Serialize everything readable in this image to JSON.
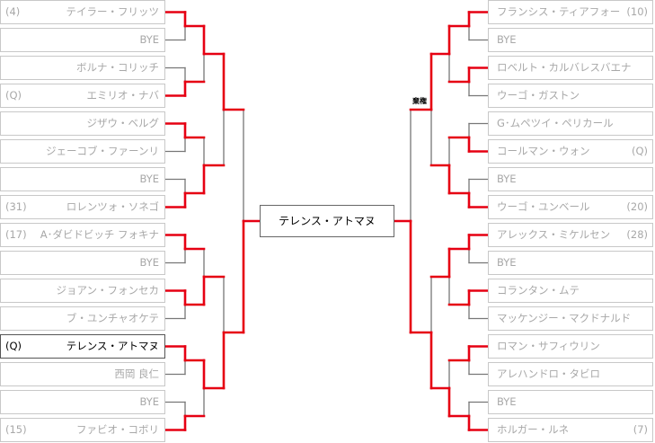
{
  "colors": {
    "win_line": "#e60012",
    "lose_line": "#777777",
    "box_border": "#c8c8c8",
    "text": "#a8a8a8"
  },
  "champion": "テレンス・アトマヌ",
  "retired_label": "棄権",
  "left": {
    "entries": [
      {
        "seed": "(4)",
        "name": "テイラー・フリッツ"
      },
      {
        "seed": "",
        "name": "BYE"
      },
      {
        "seed": "",
        "name": "ボルナ・コリッチ"
      },
      {
        "seed": "(Q)",
        "name": "エミリオ・ナバ"
      },
      {
        "seed": "",
        "name": "ジザウ・ベルグ"
      },
      {
        "seed": "",
        "name": "ジェーコブ・ファーンリ"
      },
      {
        "seed": "",
        "name": "BYE"
      },
      {
        "seed": "(31)",
        "name": "ロレンツォ・ソネゴ"
      },
      {
        "seed": "(17)",
        "name": "A･ダビドビッチ フォキナ"
      },
      {
        "seed": "",
        "name": "BYE"
      },
      {
        "seed": "",
        "name": "ジョアン・フォンセカ"
      },
      {
        "seed": "",
        "name": "ブ・ユンチャオケテ"
      },
      {
        "seed": "(Q)",
        "name": "テレンス・アトマヌ",
        "highlight": true
      },
      {
        "seed": "",
        "name": "西岡 良仁"
      },
      {
        "seed": "",
        "name": "BYE"
      },
      {
        "seed": "(15)",
        "name": "ファビオ・コボリ"
      }
    ],
    "winners": [
      [
        0,
        1,
        0,
        1,
        0,
        0,
        0,
        1
      ],
      [
        0,
        1,
        1,
        0
      ],
      [
        0,
        1
      ],
      [
        1
      ]
    ]
  },
  "right": {
    "entries": [
      {
        "seed": "(10)",
        "name": "フランシス・ティアフォー"
      },
      {
        "seed": "",
        "name": "BYE"
      },
      {
        "seed": "",
        "name": "ロベルト・カルバレスバエナ"
      },
      {
        "seed": "",
        "name": "ウーゴ・ガストン"
      },
      {
        "seed": "",
        "name": "G･ムペツイ・ペリカール"
      },
      {
        "seed": "(Q)",
        "name": "コールマン・ウォン"
      },
      {
        "seed": "",
        "name": "BYE"
      },
      {
        "seed": "(20)",
        "name": "ウーゴ・ユンベール"
      },
      {
        "seed": "(28)",
        "name": "アレックス・ミケルセン"
      },
      {
        "seed": "",
        "name": "BYE"
      },
      {
        "seed": "",
        "name": "コランタン・ムテ"
      },
      {
        "seed": "",
        "name": "マッケンジー・マクドナルド"
      },
      {
        "seed": "",
        "name": "ロマン・サフィウリン"
      },
      {
        "seed": "",
        "name": "アレハンドロ・タビロ"
      },
      {
        "seed": "",
        "name": "BYE"
      },
      {
        "seed": "(7)",
        "name": "ホルガー・ルネ"
      }
    ],
    "winners": [
      [
        0,
        0,
        1,
        1,
        0,
        0,
        0,
        1
      ],
      [
        0,
        1,
        0,
        1
      ],
      [
        0,
        1
      ],
      [
        1
      ]
    ]
  }
}
